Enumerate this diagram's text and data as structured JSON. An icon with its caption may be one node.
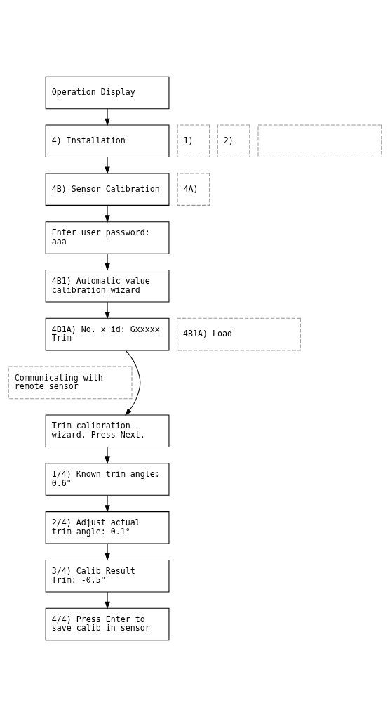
{
  "diagram": {
    "nodes": [
      {
        "text": [
          "Operation Display"
        ]
      },
      {
        "text": [
          "1)"
        ]
      },
      {
        "text": [
          "2)"
        ]
      },
      {
        "text": [],
        "shape": "box"
      },
      {
        "text": [
          "4) Installation"
        ]
      },
      {
        "text": [
          "4A)"
        ]
      },
      {
        "text": [
          "4B) Sensor Calibration"
        ]
      },
      {
        "text": [
          "Enter user password: aaa"
        ]
      },
      {
        "text": [
          "4B1) Automatic value calibration wizard"
        ]
      },
      {
        "text": [
          "4B1A) Load"
        ]
      },
      {
        "text": [
          "4B1A) No. x id: Gxxxxx Trim"
        ]
      },
      {
        "text": [
          "Communicating with remote sensor"
        ]
      },
      {
        "text": [
          "Trim calibration wizard. Press Next."
        ]
      },
      {
        "text": [
          "1/4) Known trim angle: 0.6°"
        ]
      },
      {
        "text": [
          "2/4) Adjust actual trim angle: 0.1°"
        ]
      },
      {
        "text": [
          "3/4) Calib Result Trim: -0.5°"
        ]
      },
      {
        "text": [
          "4/4) Press Enter to save calib in sensor"
        ]
      }
    ],
    "edges": [
      {
        "from": 0,
        "to": 4,
        "arrow": "to"
      },
      {
        "from": 4,
        "to": 6,
        "arrow": "to"
      },
      {
        "from": 6,
        "to": 7,
        "arrow": "to"
      },
      {
        "from": 7,
        "to": 8,
        "arrow": "to"
      },
      {
        "from": 8,
        "to": 10,
        "arrow": "to"
      },
      {
        "from": 10,
        "to": 12,
        "arrow": "to"
      },
      {
        "from": 12,
        "to": 13,
        "arrow": "to"
      },
      {
        "from": 13,
        "to": 14,
        "arrow": "to"
      },
      {
        "from": 14,
        "to": 15,
        "arrow": "to"
      },
      {
        "from": 15,
        "to": 16,
        "arrow": "to"
      }
    ]
  }
}
